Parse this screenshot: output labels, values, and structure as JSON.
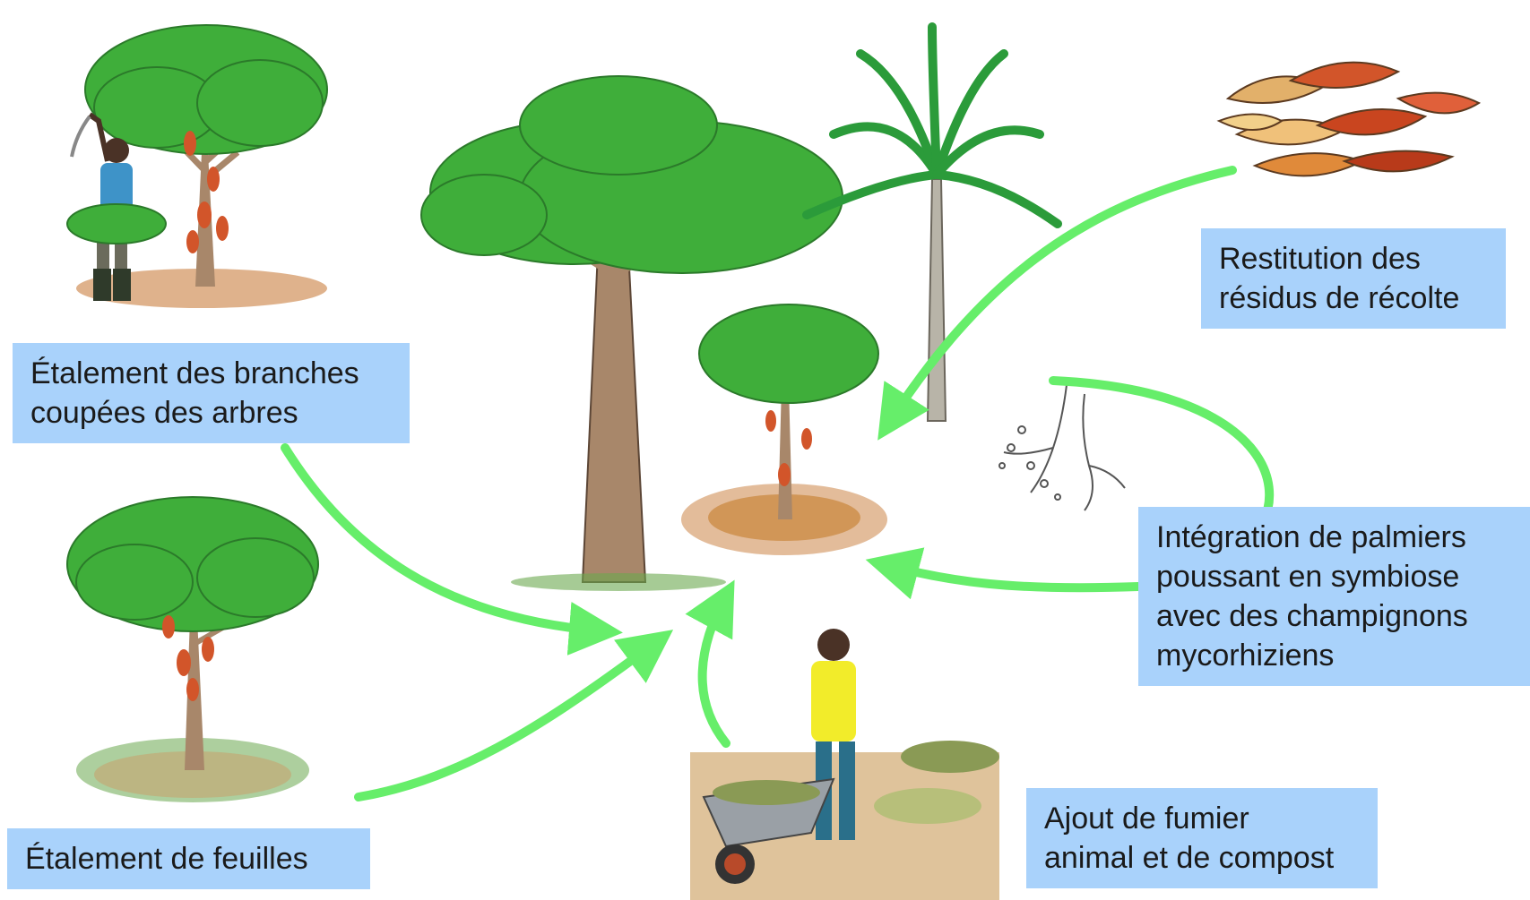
{
  "labels": {
    "branches": {
      "line1": "Étalement des branches",
      "line2": "coupées des arbres"
    },
    "leaves": {
      "line1": "Étalement de feuilles"
    },
    "residues": {
      "line1": "Restitution des",
      "line2": "résidus de récolte"
    },
    "palms": {
      "line1": "Intégration de palmiers",
      "line2": "poussant en symbiose",
      "line3": "avec des champignons",
      "line4": "mycorhiziens"
    },
    "compost": {
      "line1": "Ajout de fumier",
      "line2": "animal et de compost"
    }
  },
  "colors": {
    "arrow": "#66ee6a",
    "label_bg": "#a9d2fb",
    "foliage": "#3fae3a",
    "foliage_dark": "#2b8a2a",
    "trunk": "#a8876a",
    "soil": "#d9a578",
    "pod": "#d2552a"
  }
}
